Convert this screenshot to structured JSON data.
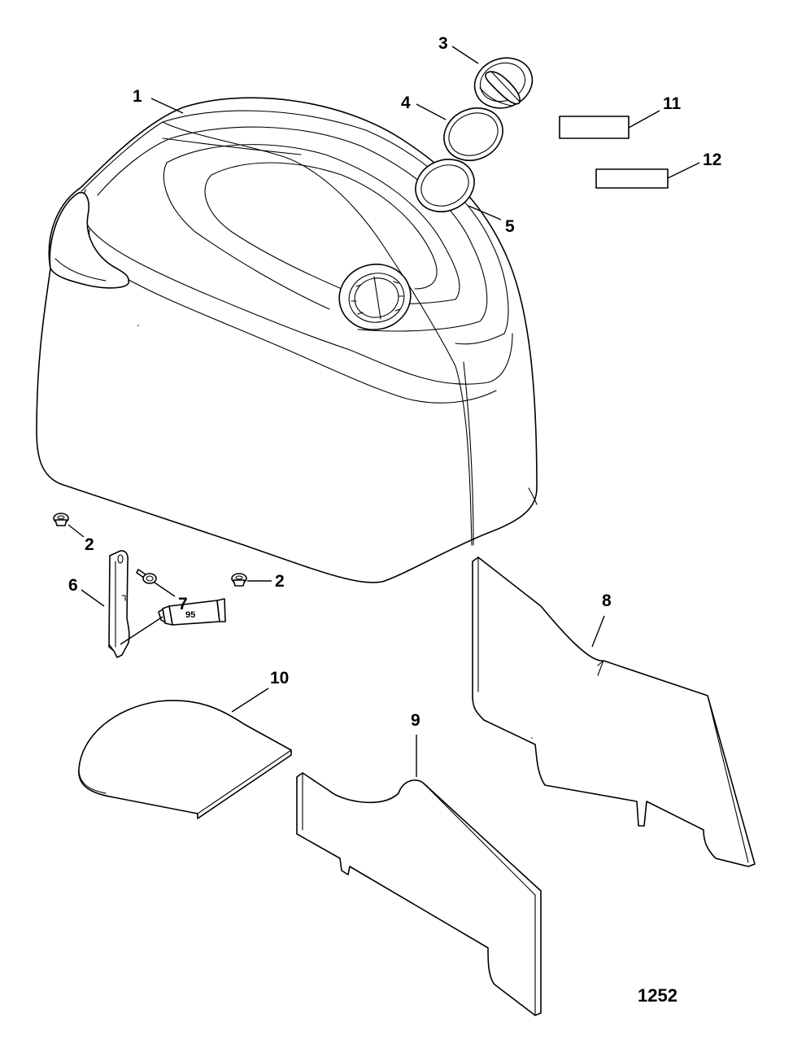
{
  "diagram": {
    "figure_number": "1252",
    "callouts": [
      {
        "id": "1",
        "label": "1"
      },
      {
        "id": "2a",
        "label": "2"
      },
      {
        "id": "2b",
        "label": "2"
      },
      {
        "id": "3",
        "label": "3"
      },
      {
        "id": "4",
        "label": "4"
      },
      {
        "id": "5",
        "label": "5"
      },
      {
        "id": "6",
        "label": "6"
      },
      {
        "id": "7",
        "label": "7"
      },
      {
        "id": "8",
        "label": "8"
      },
      {
        "id": "9",
        "label": "9"
      },
      {
        "id": "10",
        "label": "10"
      },
      {
        "id": "11",
        "label": "11"
      },
      {
        "id": "12",
        "label": "12"
      }
    ],
    "sealant_tube_label": "95"
  }
}
